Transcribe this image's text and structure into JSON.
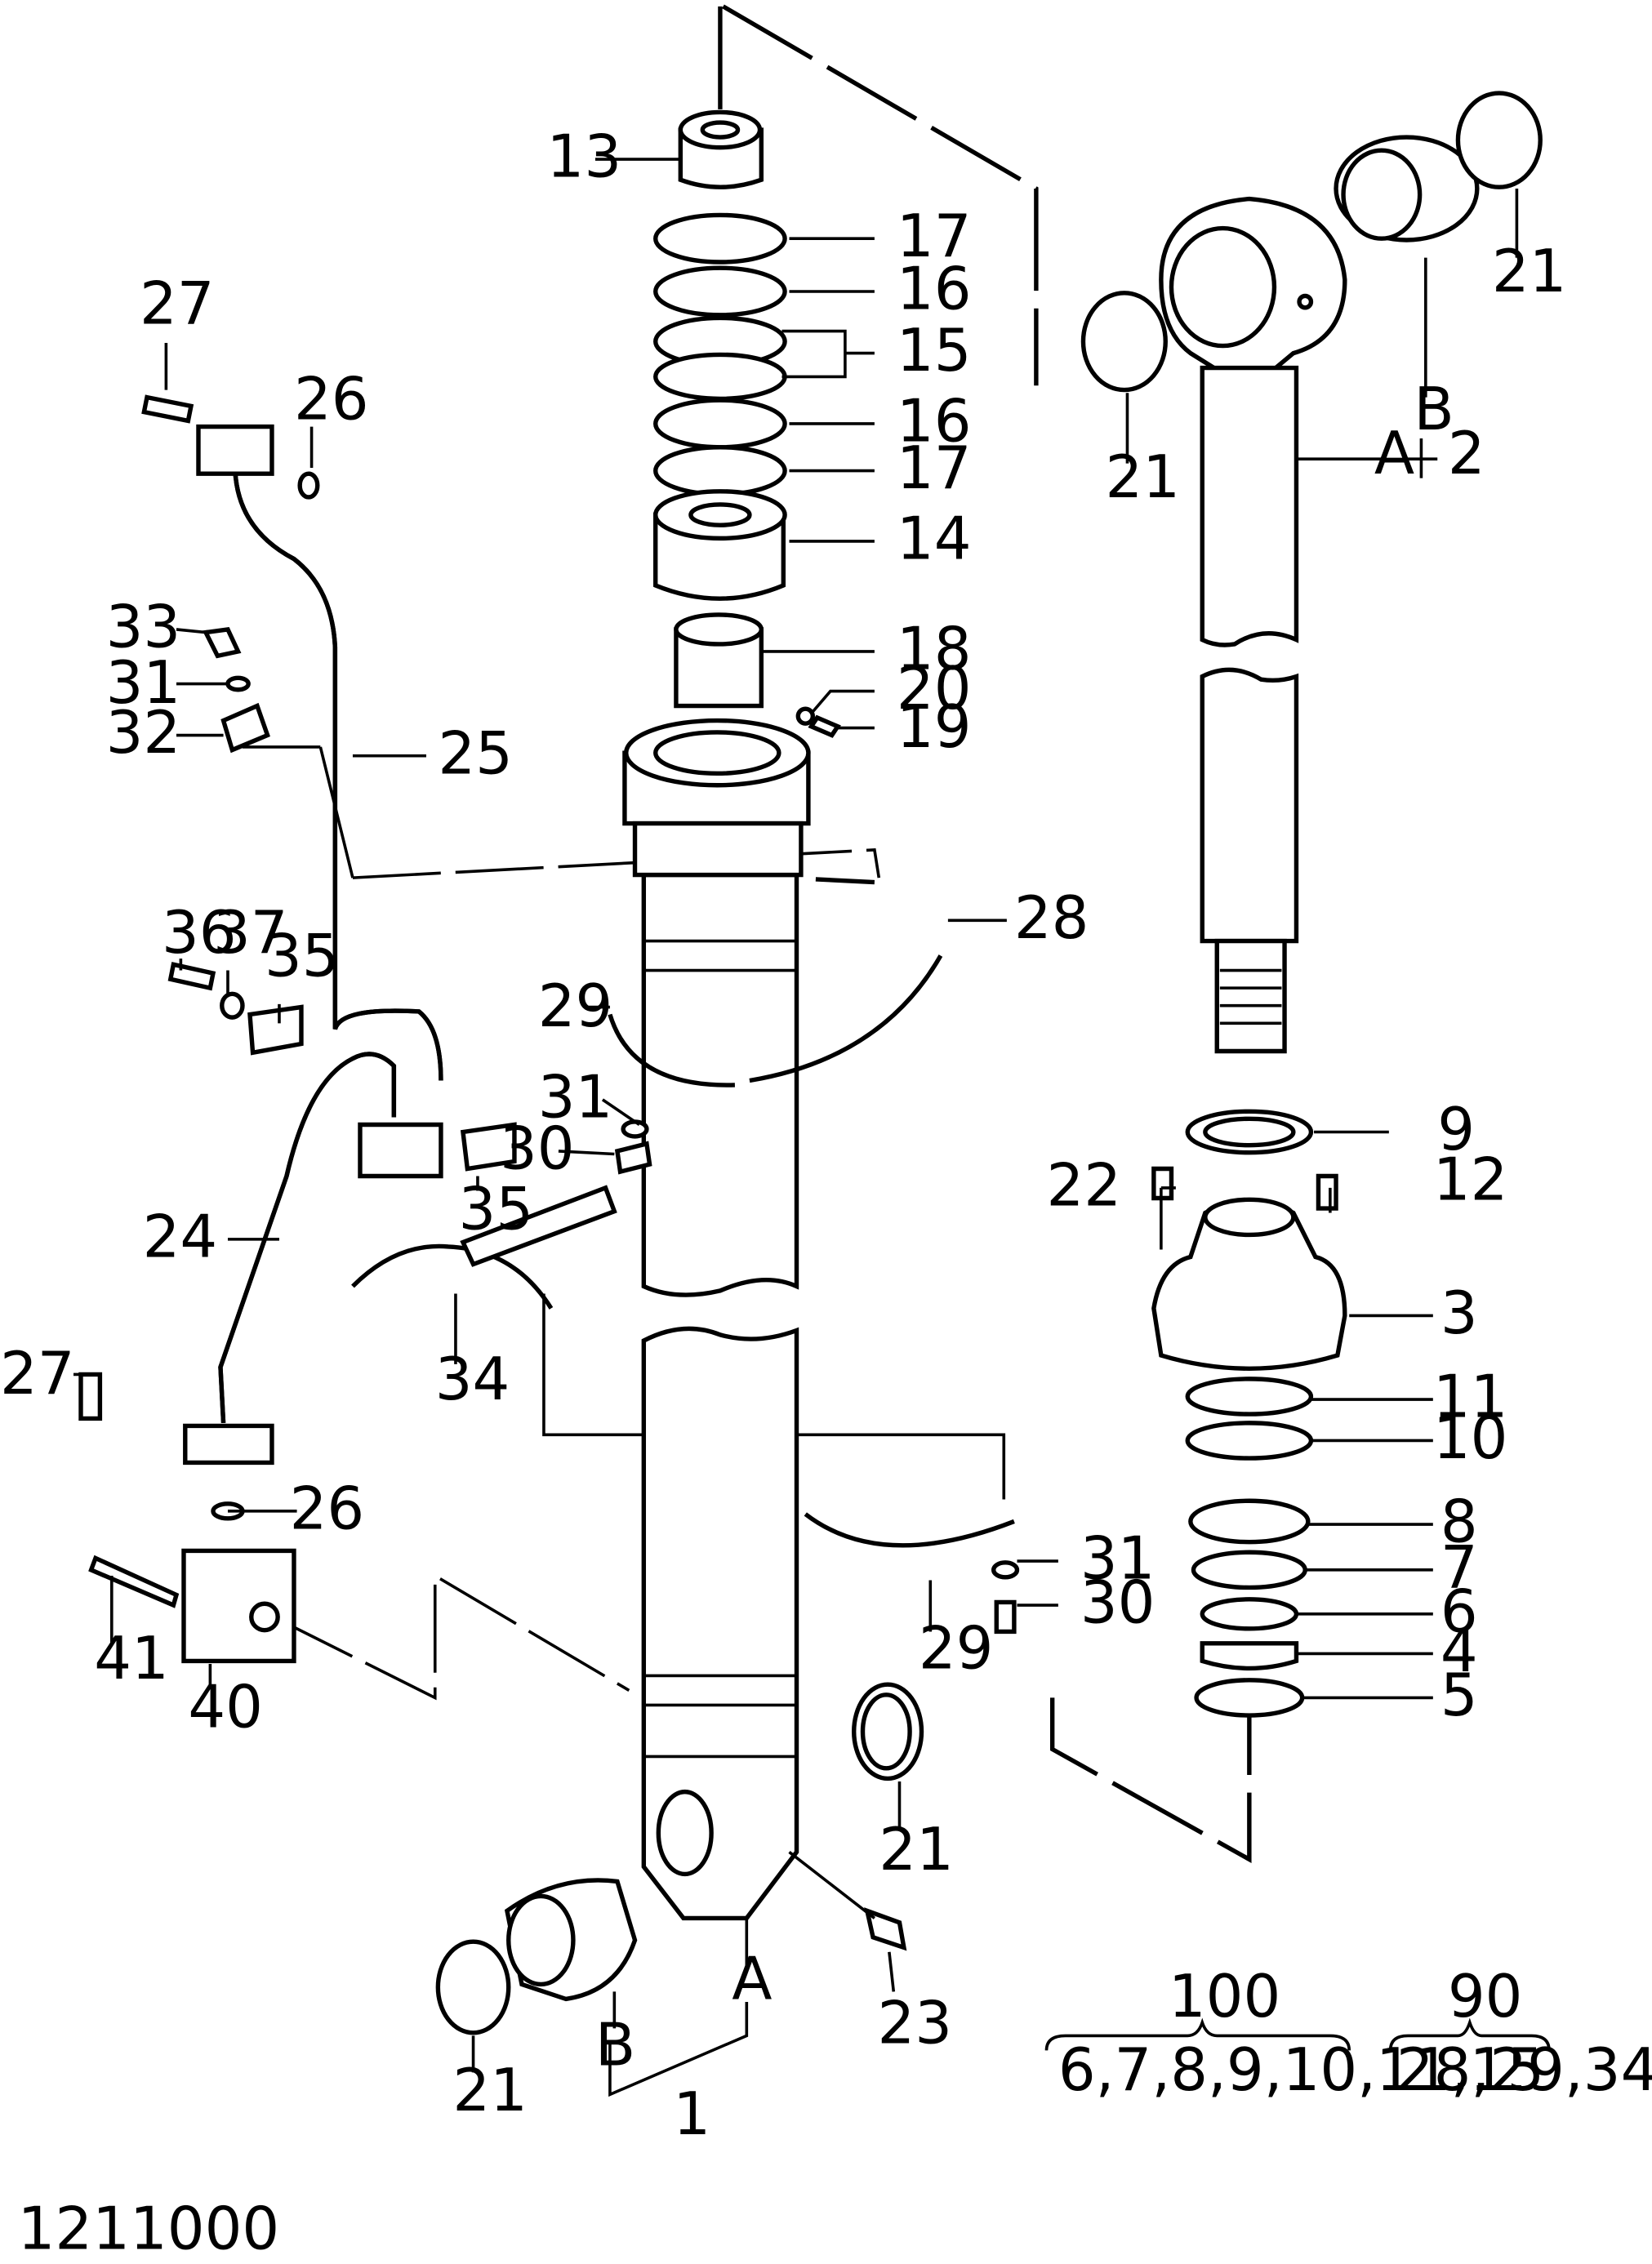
{
  "drawing_number": "1211000",
  "callouts": [
    {
      "id": "c13",
      "text": "13"
    },
    {
      "id": "c17a",
      "text": "17"
    },
    {
      "id": "c16a",
      "text": "16"
    },
    {
      "id": "c15",
      "text": "15"
    },
    {
      "id": "c16b",
      "text": "16"
    },
    {
      "id": "c17b",
      "text": "17"
    },
    {
      "id": "c14",
      "text": "14"
    },
    {
      "id": "c18",
      "text": "18"
    },
    {
      "id": "c20",
      "text": "20"
    },
    {
      "id": "c19",
      "text": "19"
    },
    {
      "id": "c27a",
      "text": "27"
    },
    {
      "id": "c26a",
      "text": "26"
    },
    {
      "id": "c33",
      "text": "33"
    },
    {
      "id": "c31a",
      "text": "31"
    },
    {
      "id": "c32",
      "text": "32"
    },
    {
      "id": "c25",
      "text": "25"
    },
    {
      "id": "c36",
      "text": "36"
    },
    {
      "id": "c37",
      "text": "37"
    },
    {
      "id": "c35a",
      "text": "35"
    },
    {
      "id": "c35b",
      "text": "35"
    },
    {
      "id": "c28",
      "text": "28"
    },
    {
      "id": "c29a",
      "text": "29"
    },
    {
      "id": "c31b",
      "text": "31"
    },
    {
      "id": "c30a",
      "text": "30"
    },
    {
      "id": "c24",
      "text": "24"
    },
    {
      "id": "c34",
      "text": "34"
    },
    {
      "id": "c27b",
      "text": "27"
    },
    {
      "id": "c26b",
      "text": "26"
    },
    {
      "id": "c41",
      "text": "41"
    },
    {
      "id": "c40",
      "text": "40"
    },
    {
      "id": "c31c",
      "text": "31"
    },
    {
      "id": "c30b",
      "text": "30"
    },
    {
      "id": "c29b",
      "text": "29"
    },
    {
      "id": "c21a",
      "text": "21"
    },
    {
      "id": "c21b",
      "text": "21"
    },
    {
      "id": "c21c",
      "text": "21"
    },
    {
      "id": "c21d",
      "text": "21"
    },
    {
      "id": "cB2",
      "text": "B"
    },
    {
      "id": "cA2",
      "text": "A"
    },
    {
      "id": "c2",
      "text": "2"
    },
    {
      "id": "c9",
      "text": "9"
    },
    {
      "id": "c22",
      "text": "22"
    },
    {
      "id": "c12",
      "text": "12"
    },
    {
      "id": "c3",
      "text": "3"
    },
    {
      "id": "c11",
      "text": "11"
    },
    {
      "id": "c10",
      "text": "10"
    },
    {
      "id": "c8",
      "text": "8"
    },
    {
      "id": "c7",
      "text": "7"
    },
    {
      "id": "c6",
      "text": "6"
    },
    {
      "id": "c4",
      "text": "4"
    },
    {
      "id": "c5",
      "text": "5"
    },
    {
      "id": "c23",
      "text": "23"
    },
    {
      "id": "cA1",
      "text": "A"
    },
    {
      "id": "cB1",
      "text": "B"
    },
    {
      "id": "c1",
      "text": "1"
    }
  ],
  "kits": [
    {
      "number": "100",
      "contents": "6,7,8,9,10,11,15"
    },
    {
      "number": "90",
      "contents": "28,29,34"
    }
  ]
}
